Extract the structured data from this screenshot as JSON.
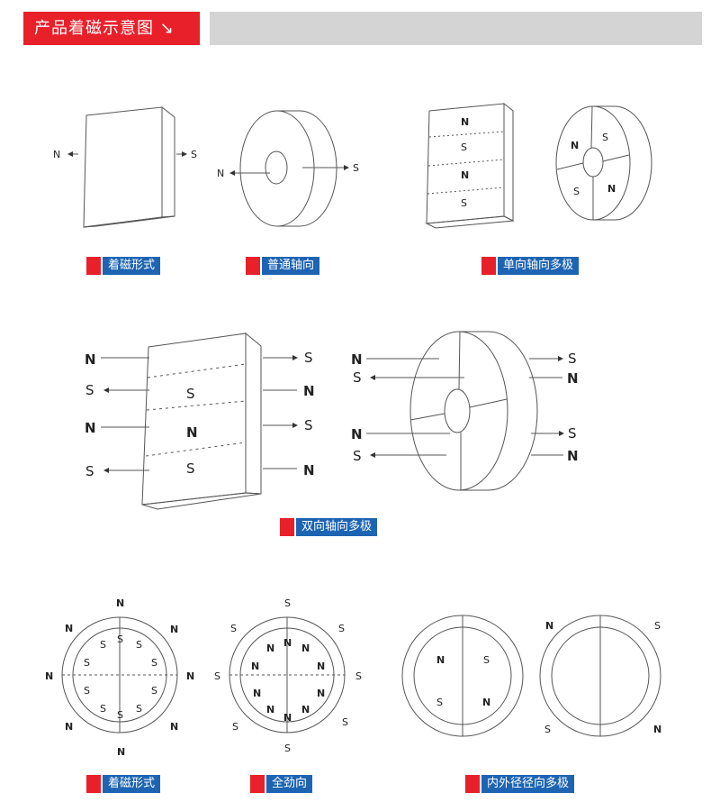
{
  "header": {
    "title": "产品着磁示意图 ↘"
  },
  "captions": {
    "c1": "着磁形式",
    "c2": "普通轴向",
    "c3": "单向轴向多极",
    "c4": "双向轴向多极",
    "c5": "着磁形式",
    "c6": "全劲向",
    "c7": "内外径径向多极"
  },
  "poles": {
    "n": "N",
    "s": "S"
  },
  "colors": {
    "accent_red": "#e8202a",
    "caption_blue": "#1d64b3",
    "header_gray": "#d4d4d5"
  }
}
